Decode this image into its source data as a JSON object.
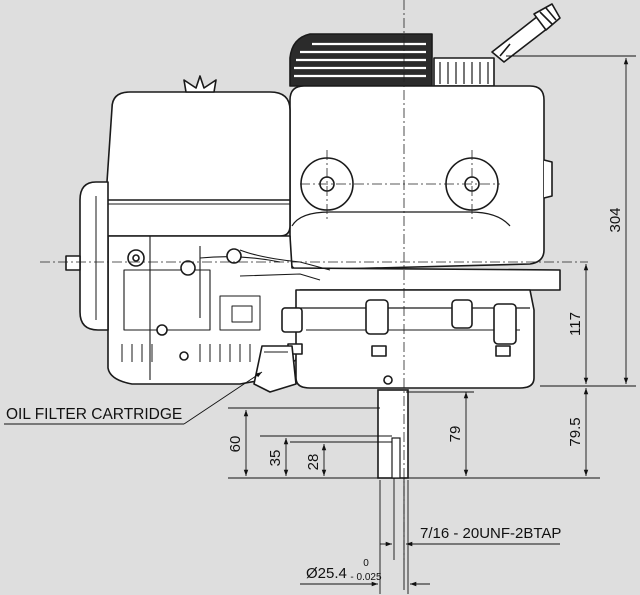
{
  "colors": {
    "background": "#dedede",
    "line": "#1a1a1a",
    "fill": "#ffffff",
    "dark": "#2b2b2b",
    "dark_fill": "#e9e9e9"
  },
  "labels": {
    "oil_filter": "OIL FILTER CARTRIDGE",
    "tap": "7/16 - 20UNF-2BTAP",
    "shaft_dia": "Ø25.4",
    "tol_upper": "0",
    "tol_lower": "- 0.025"
  },
  "dimensions": {
    "d304": "304",
    "d117": "117",
    "d79_5": "79.5",
    "d79": "79",
    "d60": "60",
    "d35": "35",
    "d28": "28"
  }
}
